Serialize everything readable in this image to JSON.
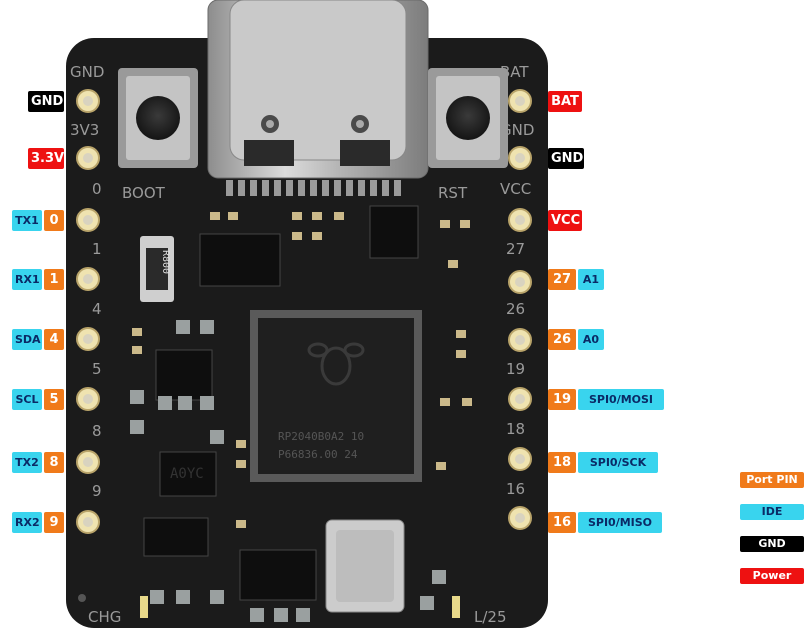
{
  "board": {
    "silkscreen": {
      "GND": "GND",
      "3V3": "3V3",
      "0": "0",
      "1": "1",
      "4": "4",
      "5": "5",
      "8": "8",
      "9": "9",
      "BAT": "BAT",
      "GND_R": "GND",
      "VCC": "VCC",
      "27": "27",
      "26": "26",
      "19": "19",
      "18": "18",
      "16": "16",
      "BOOT": "BOOT",
      "RST": "RST",
      "CHG": "CHG",
      "L25": "L/25",
      "chip1": "RP2040B0A2  10",
      "chip2": "P66836.00  24",
      "r800": "R800",
      "a0yc": "A0YC"
    }
  },
  "left_labels": [
    {
      "items": [
        {
          "text": "GND",
          "kind": "gnd"
        }
      ]
    },
    {
      "items": [
        {
          "text": "3.3V",
          "kind": "pwr"
        }
      ]
    },
    {
      "items": [
        {
          "text": "TX1",
          "kind": "ide"
        },
        {
          "text": "0",
          "kind": "port"
        }
      ]
    },
    {
      "items": [
        {
          "text": "RX1",
          "kind": "ide"
        },
        {
          "text": "1",
          "kind": "port"
        }
      ]
    },
    {
      "items": [
        {
          "text": "SDA",
          "kind": "ide"
        },
        {
          "text": "4",
          "kind": "port"
        }
      ]
    },
    {
      "items": [
        {
          "text": "SCL",
          "kind": "ide"
        },
        {
          "text": "5",
          "kind": "port"
        }
      ]
    },
    {
      "items": [
        {
          "text": "TX2",
          "kind": "ide"
        },
        {
          "text": "8",
          "kind": "port"
        }
      ]
    },
    {
      "items": [
        {
          "text": "RX2",
          "kind": "ide"
        },
        {
          "text": "9",
          "kind": "port"
        }
      ]
    }
  ],
  "right_labels": [
    {
      "items": [
        {
          "text": "BAT",
          "kind": "pwr"
        }
      ]
    },
    {
      "items": [
        {
          "text": "GND",
          "kind": "gnd"
        }
      ]
    },
    {
      "items": [
        {
          "text": "VCC",
          "kind": "pwr"
        }
      ]
    },
    {
      "items": [
        {
          "text": "27",
          "kind": "port"
        },
        {
          "text": "A1",
          "kind": "ide"
        }
      ]
    },
    {
      "items": [
        {
          "text": "26",
          "kind": "port"
        },
        {
          "text": "A0",
          "kind": "ide"
        }
      ]
    },
    {
      "items": [
        {
          "text": "19",
          "kind": "port"
        },
        {
          "text": "SPI0/MOSI",
          "kind": "ide"
        }
      ]
    },
    {
      "items": [
        {
          "text": "18",
          "kind": "port"
        },
        {
          "text": "SPI0/SCK",
          "kind": "ide"
        }
      ]
    },
    {
      "items": [
        {
          "text": "16",
          "kind": "port"
        },
        {
          "text": "SPI0/MISO",
          "kind": "ide"
        }
      ]
    }
  ],
  "legend": [
    {
      "text": "Port PIN",
      "kind": "port"
    },
    {
      "text": "IDE",
      "kind": "ide"
    },
    {
      "text": "GND",
      "kind": "gnd"
    },
    {
      "text": "Power",
      "kind": "pwr"
    }
  ],
  "colors": {
    "port": "#f07a1a",
    "ide": "#39d4ee",
    "gnd": "#000000",
    "power": "#ee1111",
    "pcb": "#1b1b1b",
    "pad": "#efe3b0"
  }
}
